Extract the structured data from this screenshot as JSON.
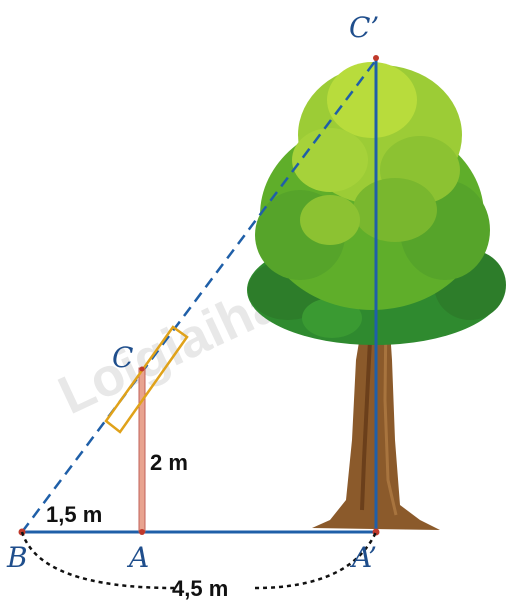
{
  "points": {
    "C_prime": "C’",
    "C": "C",
    "B": "B",
    "A": "A",
    "A_prime": "A’"
  },
  "measures": {
    "pole_height": "2 m",
    "short_distance": "1,5 m",
    "long_distance": "4,5 m"
  },
  "watermark": "Loigiaihay.com",
  "colors": {
    "blue": "#1f5fa8",
    "pole": "#e8a38f",
    "pole_edge": "#c0605a",
    "mirror": "#e0a21a",
    "trunk": "#8b5a2b",
    "foliage_dark": "#2f8a2f",
    "foliage_mid": "#5fae2a",
    "foliage_light": "#b8dc3c"
  }
}
